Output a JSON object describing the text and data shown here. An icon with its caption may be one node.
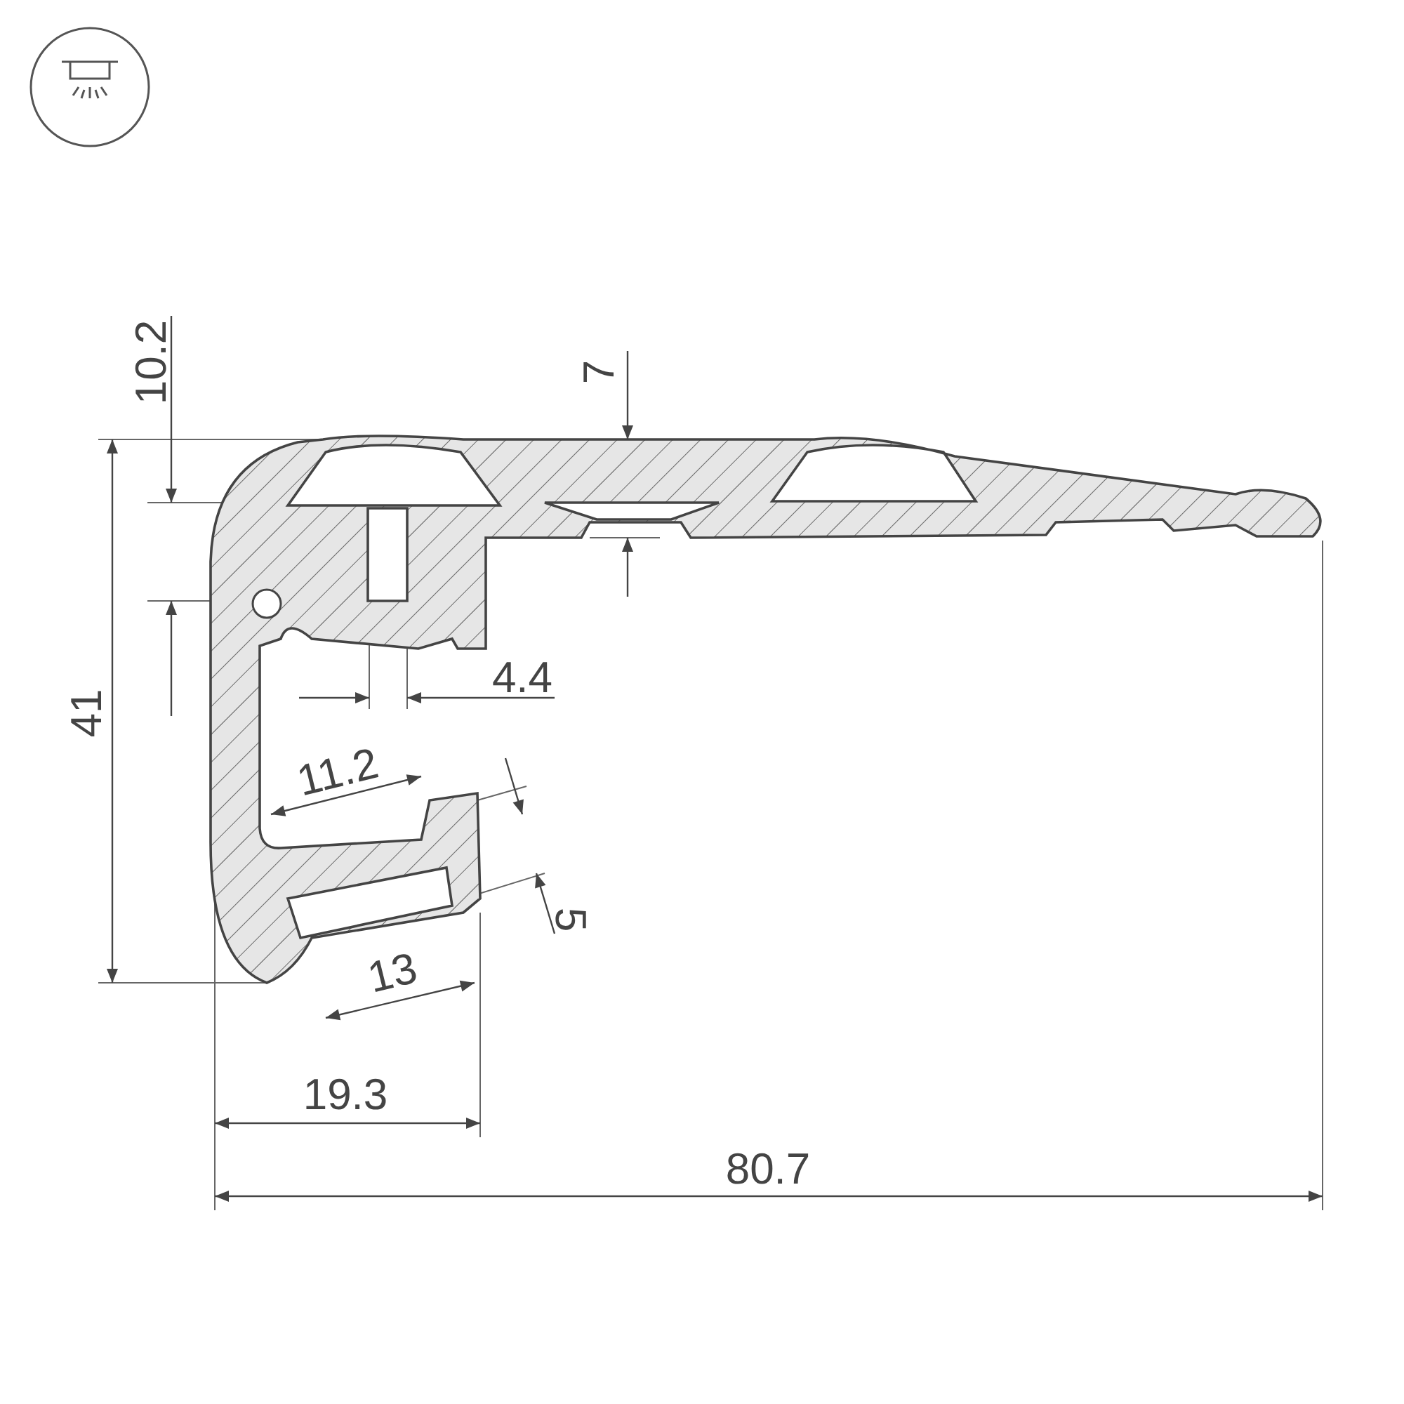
{
  "diagram": {
    "labels": [
      "10.2",
      "7",
      "41",
      "4.4",
      "11.2",
      "5",
      "13",
      "19.3",
      "80.7"
    ]
  }
}
